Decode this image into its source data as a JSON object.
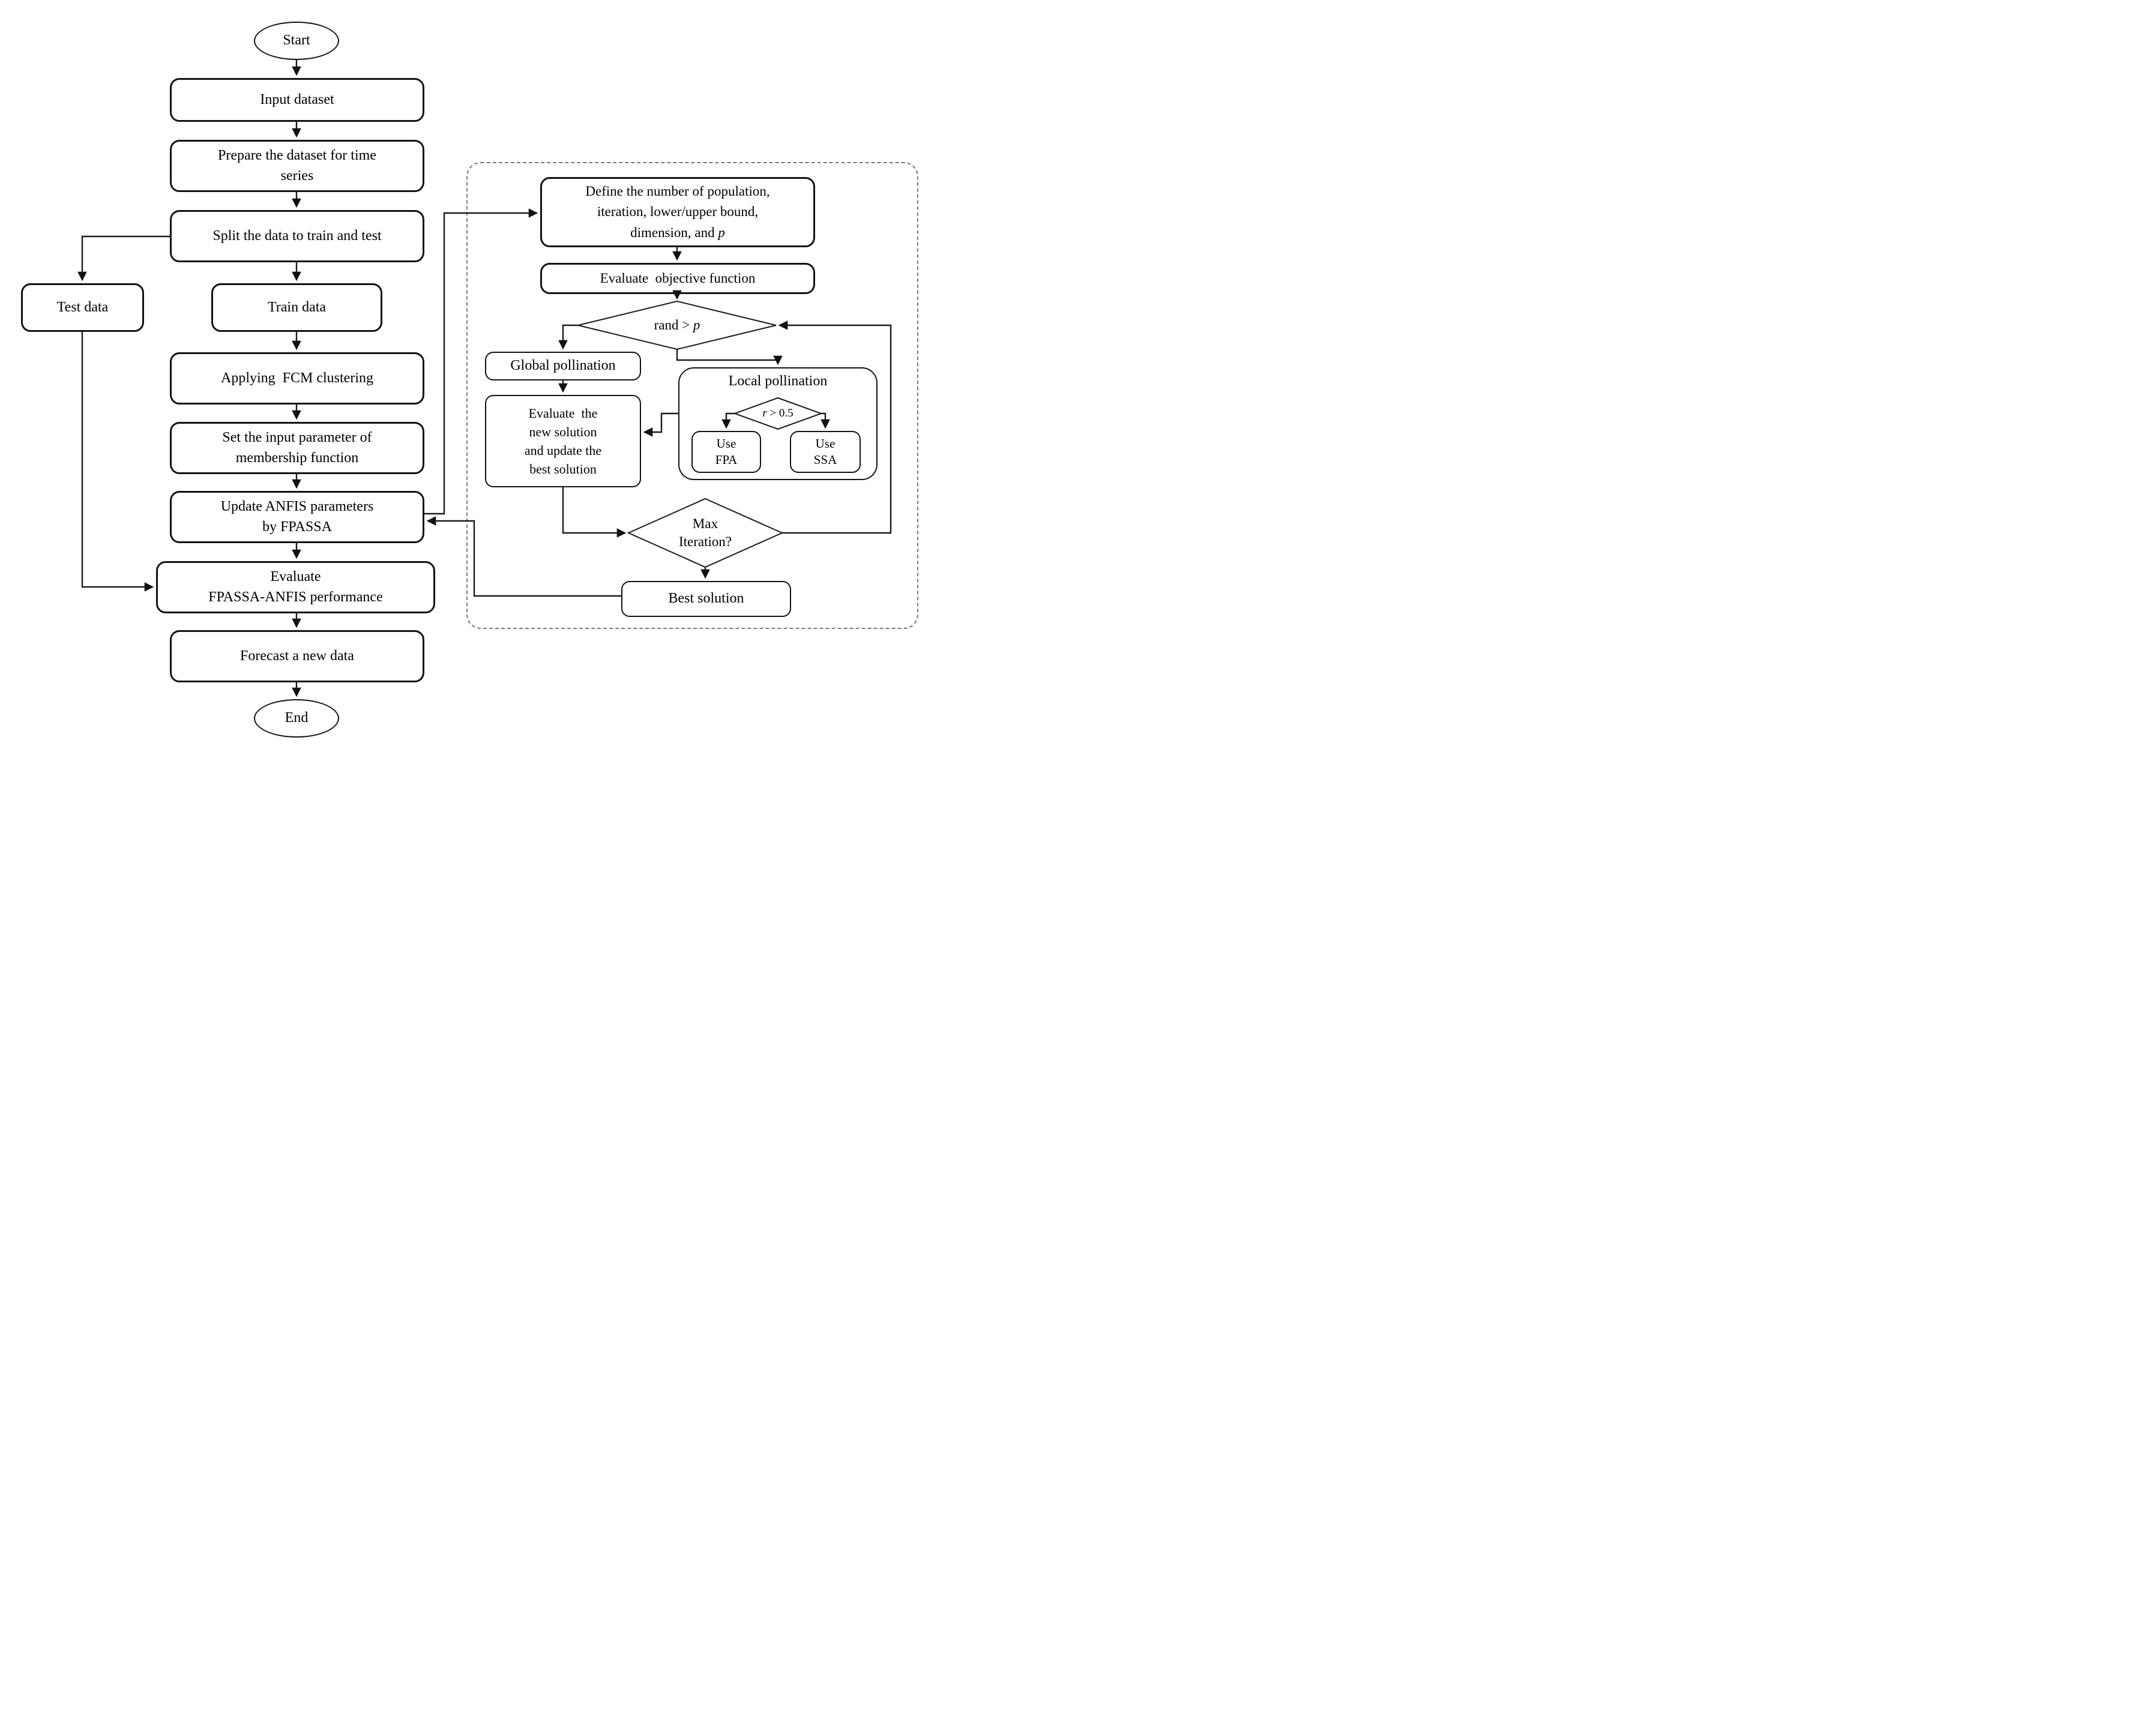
{
  "title": "FPASSA-ANFIS method flowchart",
  "colors": {
    "background": "#ffffff",
    "stroke": "#1a1a1a",
    "box_border": "#111111",
    "dashed_border": "#7a7a7a",
    "text": "#000000"
  },
  "nodes": {
    "start": {
      "label": "Start"
    },
    "input_dataset": {
      "label": "Input dataset"
    },
    "prepare_dataset": {
      "label": "Prepare the dataset for time\nseries"
    },
    "split_data": {
      "label": "Split the data to train and test"
    },
    "test_data": {
      "label": "Test data"
    },
    "train_data": {
      "label": "Train data"
    },
    "fcm_clustering": {
      "label": "Applying  FCM clustering"
    },
    "set_membership": {
      "label": "Set the input parameter of\nmembership function"
    },
    "update_anfis": {
      "label": "Update ANFIS parameters\nby FPASSA"
    },
    "evaluate_performance": {
      "label": "Evaluate\nFPASSA-ANFIS performance"
    },
    "forecast": {
      "label": "Forecast a new data"
    },
    "end": {
      "label": "End"
    },
    "define_params": {
      "line1": "Define the number of population,",
      "line2": "iteration, lower/upper bound,",
      "line3_prefix": "dimension, and ",
      "line3_italic": "p"
    },
    "evaluate_objective": {
      "label": "Evaluate  objective function"
    },
    "rand_decision": {
      "prefix": "rand > ",
      "italic": "p"
    },
    "global_pollination": {
      "label": "Global pollination"
    },
    "local_pollination": {
      "label": "Local pollination"
    },
    "r_decision": {
      "italic": "r",
      "suffix": " > 0.5"
    },
    "use_fpa": {
      "label": "Use\nFPA"
    },
    "use_ssa": {
      "label": "Use\nSSA"
    },
    "evaluate_new_solution": {
      "label": "Evaluate  the\nnew solution\nand update the\nbest solution"
    },
    "max_iteration": {
      "label": "Max\nIteration?"
    },
    "best_solution": {
      "label": "Best solution"
    }
  }
}
